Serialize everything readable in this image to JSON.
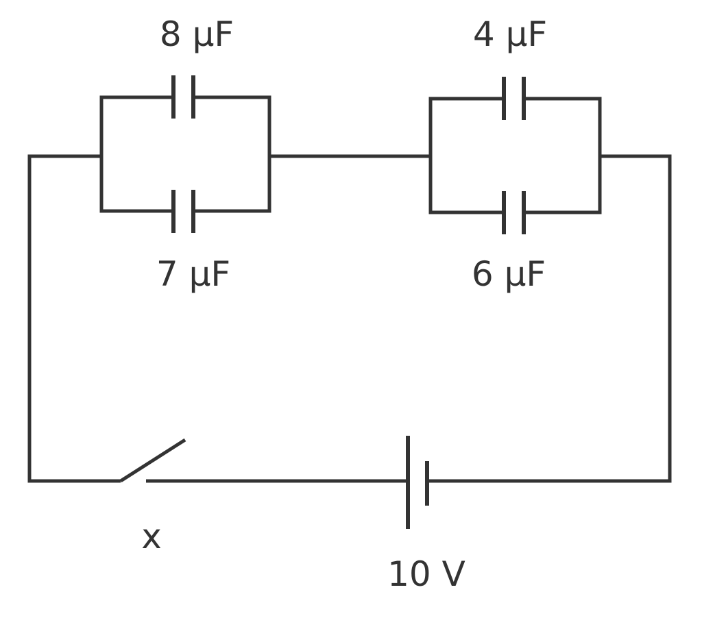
{
  "colors": {
    "ink": "#333333",
    "background": "#ffffff"
  },
  "capacitors": {
    "c1": {
      "label": "8 μF"
    },
    "c2": {
      "label": "7 μF"
    },
    "c3": {
      "label": "4 μF"
    },
    "c4": {
      "label": "6 μF"
    }
  },
  "switch": {
    "label": "x"
  },
  "battery": {
    "label": "10 V"
  }
}
